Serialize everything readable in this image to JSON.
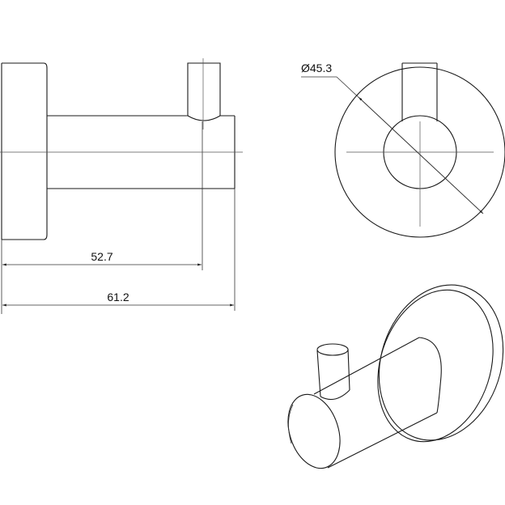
{
  "dimensions": {
    "diameter_label": "Ø45.3",
    "length_inner_label": "52.7",
    "length_overall_label": "61.2"
  }
}
